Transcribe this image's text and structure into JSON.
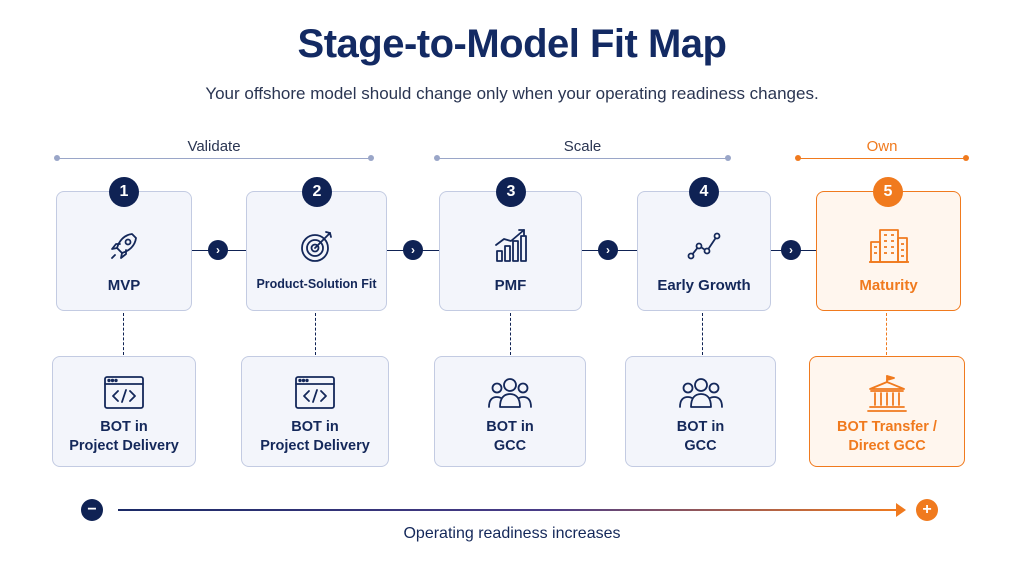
{
  "title": "Stage-to-Model Fit Map",
  "subtitle": "Your offshore model should change only when your operating readiness changes.",
  "phases": [
    {
      "label": "Validate"
    },
    {
      "label": "Scale"
    },
    {
      "label": "Own",
      "accent": "#f07a1e"
    }
  ],
  "stages": [
    {
      "number": "1",
      "label": "MVP",
      "icon": "rocket-icon"
    },
    {
      "number": "2",
      "label": "Product-Solution Fit",
      "icon": "target-icon"
    },
    {
      "number": "3",
      "label": "PMF",
      "icon": "bar-chart-icon"
    },
    {
      "number": "4",
      "label": "Early Growth",
      "icon": "line-chart-icon"
    },
    {
      "number": "5",
      "label": "Maturity",
      "icon": "building-icon"
    }
  ],
  "models": [
    {
      "line1": "BOT in",
      "line2": "Project Delivery",
      "icon": "code-window-icon"
    },
    {
      "line1": "BOT in",
      "line2": "Project Delivery",
      "icon": "code-window-icon"
    },
    {
      "line1": "BOT in",
      "line2": "GCC",
      "icon": "team-icon"
    },
    {
      "line1": "BOT in",
      "line2": "GCC",
      "icon": "team-icon"
    },
    {
      "line1": "BOT Transfer /",
      "line2": "Direct GCC",
      "icon": "institution-icon"
    }
  ],
  "axis": {
    "caption": "Operating readiness increases",
    "start_symbol": "−",
    "end_symbol": "+"
  },
  "colors": {
    "navy": "#0f2254",
    "accent": "#f07a1e",
    "card_fill": "#f3f5fb",
    "card_border": "#c3cbe2"
  }
}
